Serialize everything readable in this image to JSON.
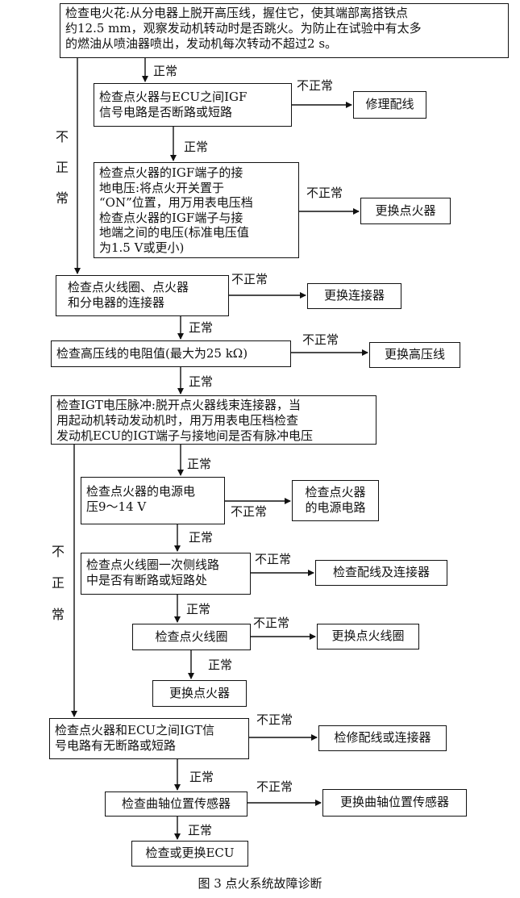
{
  "caption": "图 3    点火系统故障诊断",
  "labels": {
    "ok": "正常",
    "not_ok": "不正常",
    "bu": "不",
    "zheng": "正",
    "chang": "常"
  },
  "steps": {
    "s1": [
      "检查电火花:从分电器上脱开高压线，握住它，使其端部离搭铁点",
      "约12.5 mm，观察发动机转动时是否跳火。为防止在试验中有太多",
      "的燃油从喷油器喷出，发动机每次转动不超过2 s。"
    ],
    "s2": [
      "检查点火器与ECU之间IGF",
      "信号电路是否断路或短路"
    ],
    "s3": [
      "检查点火器的IGF端子的接",
      "地电压:将点火开关置于",
      "“ON”位置，用万用表电压档",
      "检查点火器的IGF端子与接",
      "地端之间的电压(标准电压值",
      "为1.5  V或更小)"
    ],
    "s4": [
      "检查点火线圈、点火器",
      "和分电器的连接器"
    ],
    "s5": [
      "检查高压线的电阻值(最大为25 kΩ)"
    ],
    "s6": [
      "检查IGT电压脉冲:脱开点火器线束连接器，当",
      "用起动机转动发动机时，用万用表电压档检查",
      "发动机ECU的IGT端子与接地间是否有脉冲电压"
    ],
    "s7": [
      "检查点火器的电源电",
      "压9～14  V"
    ],
    "s8": [
      "检查点火线圈一次侧线路",
      "中是否有断路或短路处"
    ],
    "s9": [
      "检查点火线圈"
    ],
    "s10": [
      "更换点火器"
    ],
    "s11": [
      "检查点火器和ECU之间IGT信",
      "号电路有无断路或短路"
    ],
    "s12": [
      "检查曲轴位置传感器"
    ],
    "s13": [
      "检查或更换ECU"
    ]
  },
  "actions": {
    "a2": [
      "修理配线"
    ],
    "a3": [
      "更换点火器"
    ],
    "a4": [
      "更换连接器"
    ],
    "a5": [
      "更换高压线"
    ],
    "a7": [
      "检查点火器",
      "的电源电路"
    ],
    "a8": [
      "检查配线及连接器"
    ],
    "a9": [
      "更换点火线圈"
    ],
    "a11": [
      "检修配线或连接器"
    ],
    "a12": [
      "更换曲轴位置传感器"
    ]
  }
}
